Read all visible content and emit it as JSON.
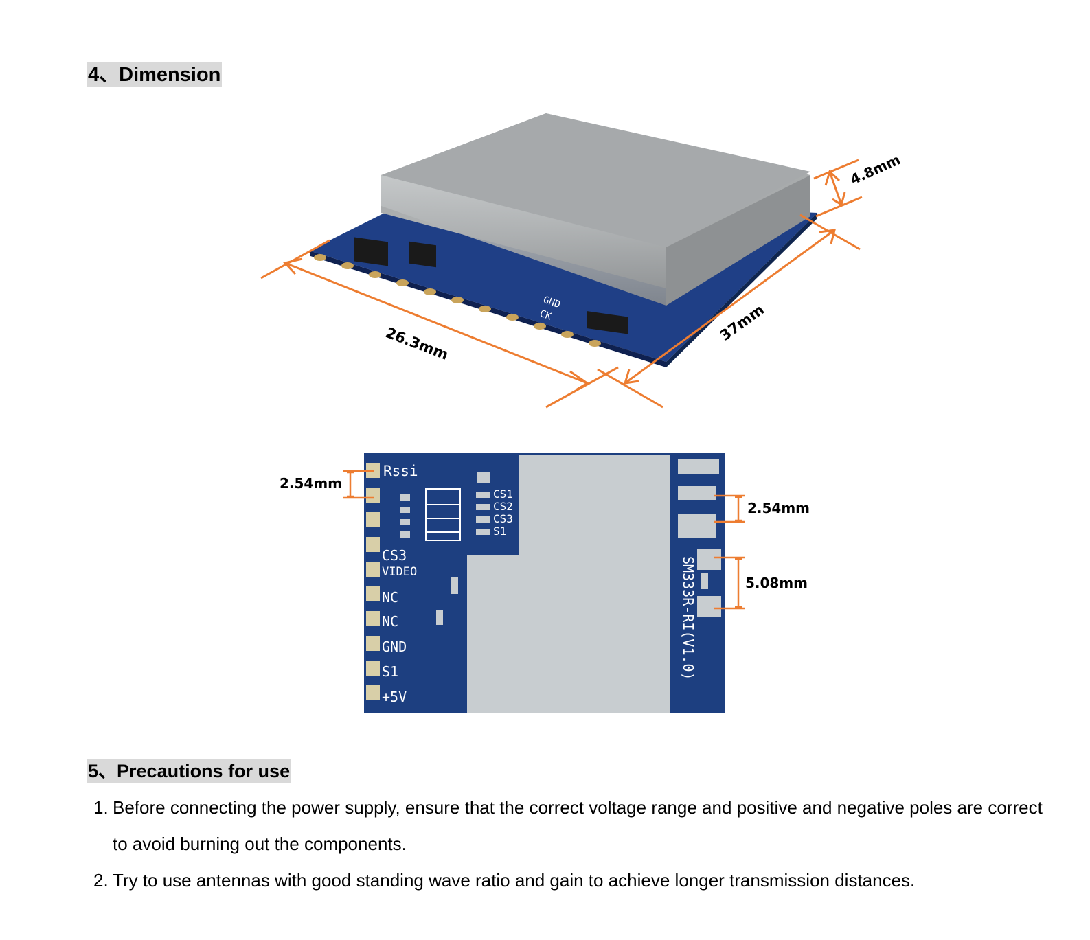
{
  "sections": {
    "dimension": {
      "heading": "4、Dimension"
    },
    "precautions": {
      "heading": "5、Precautions for use",
      "items": [
        {
          "num": "1.",
          "text": "Before connecting the power supply, ensure that the correct voltage range and positive and negative poles are correct to avoid burning out the components."
        },
        {
          "num": "2.",
          "text": "Try to use antennas with good standing wave ratio and gain to achieve longer transmission distances."
        }
      ]
    }
  },
  "iso_figure": {
    "dims": {
      "width": "26.3mm",
      "length": "37mm",
      "height": "4.8mm"
    },
    "silk": {
      "gnd": "GND",
      "ck": "CK"
    }
  },
  "board_figure": {
    "left_pitch": "2.54mm",
    "right_pitch": "2.54mm",
    "right_gap": "5.08mm",
    "top_labels": {
      "rssi": "Rssi",
      "cs1": "CS1",
      "cs2": "CS2",
      "cs3": "CS3",
      "s1": "S1"
    },
    "pin_labels": [
      "CS3",
      "VIDEO",
      "NC",
      "NC",
      "GND",
      "S1",
      "+5V"
    ],
    "model": "SM333R-RI(V1.0)"
  },
  "colors": {
    "dimension_line": "#ed7d31",
    "pcb": "#1d3f80",
    "shield": "#c8cdd0"
  }
}
